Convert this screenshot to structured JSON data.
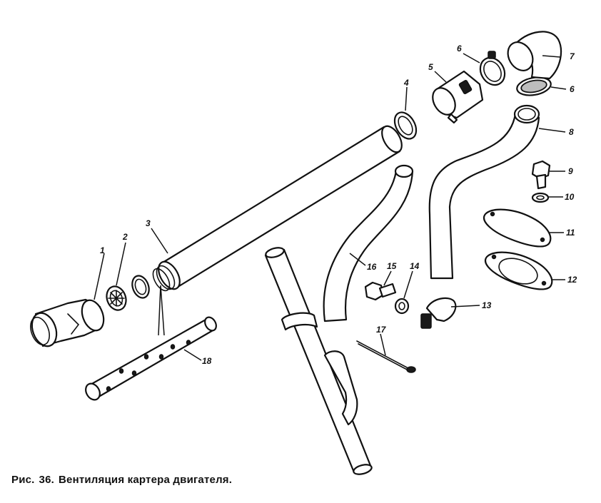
{
  "caption": {
    "prefix": "Рис.",
    "number": "36.",
    "text": "Вентиляция картера двигателя."
  },
  "labels": [
    "1",
    "2",
    "3",
    "4",
    "5",
    "6",
    "6",
    "7",
    "8",
    "9",
    "10",
    "11",
    "12",
    "13",
    "14",
    "15",
    "16",
    "17",
    "18"
  ]
}
